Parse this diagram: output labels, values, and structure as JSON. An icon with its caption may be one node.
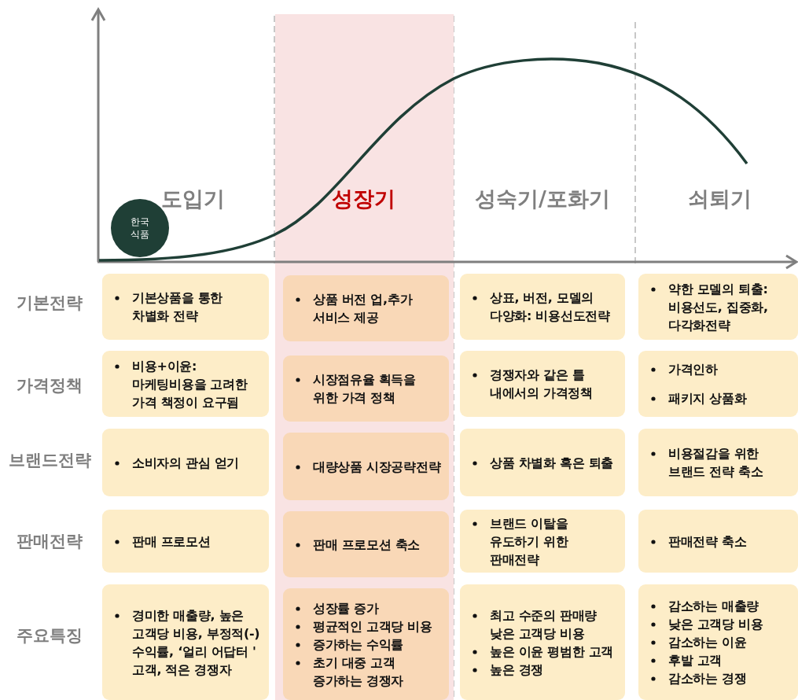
{
  "diagram": {
    "nodes": [
      {
        "text": [
          "한국 식품"
        ]
      },
      {
        "text": [
          "성장기"
        ]
      },
      {
        "text": [
          "기본상품을 통한 차별화 전략"
        ]
      },
      {
        "text": [
          "상품 버전 업,추가 서비스 제공"
        ],
        "in": 1
      },
      {
        "text": [
          "상표, 버전, 모델의 다양화: 비용선도전략"
        ]
      },
      {
        "text": [
          "약한 모델의 퇴출: 비용선도, 집중화, 다각화전략"
        ]
      },
      {
        "text": [
          "비용+이윤: 마케팅비용을 고려한 가격 책정이 요구됨"
        ]
      },
      {
        "text": [
          "시장점유율 획득을 위한 가격 정책"
        ],
        "in": 1
      },
      {
        "text": [
          "경쟁자와 같은 틀 내에서의 가격정책"
        ]
      },
      {
        "text": [
          "가격인하",
          "패키지 상품화"
        ]
      },
      {
        "text": [
          "소비자의 관심 얻기"
        ]
      },
      {
        "text": [
          "대량상품 시장공략전략"
        ],
        "in": 1
      },
      {
        "text": [
          "상품 차별화 혹은 퇴출"
        ]
      },
      {
        "text": [
          "비용절감을 위한 브랜드 전략 축소"
        ]
      },
      {
        "text": [
          "판매 프로모션"
        ]
      },
      {
        "text": [
          "판매 프로모션 축소"
        ],
        "in": 1
      },
      {
        "text": [
          "브랜드 이탈을 유도하기 위한 판매전략"
        ]
      },
      {
        "text": [
          "판매전략 축소"
        ]
      },
      {
        "text": [
          "경미한 매출량, 높은 고객당 비용, 부정적(-) 수익률, ‘얼리 어답터 ' 고객, 적은 경쟁자"
        ]
      },
      {
        "text": [
          "성장률 증가",
          "평균적인 고객당 비용",
          "증가하는 수익률",
          "초기 대중 고객 증가하는 경쟁자"
        ],
        "in": 1
      },
      {
        "text": [
          "최고 수준의 판매량 낮은 고객당 비용",
          "높은 이윤 평범한 고객",
          "높은 경쟁"
        ]
      },
      {
        "text": [
          "감소하는 매출량",
          "낮은 고객당 비용",
          "감소하는 이윤",
          "후발 고객",
          "감소하는 경쟁"
        ]
      }
    ],
    "labels": [
      "도입기",
      "성숙기/포화기",
      "쇠퇴기",
      "기본전략",
      "가격정책",
      "브랜드전략",
      "판매전략",
      "주요특징"
    ]
  }
}
